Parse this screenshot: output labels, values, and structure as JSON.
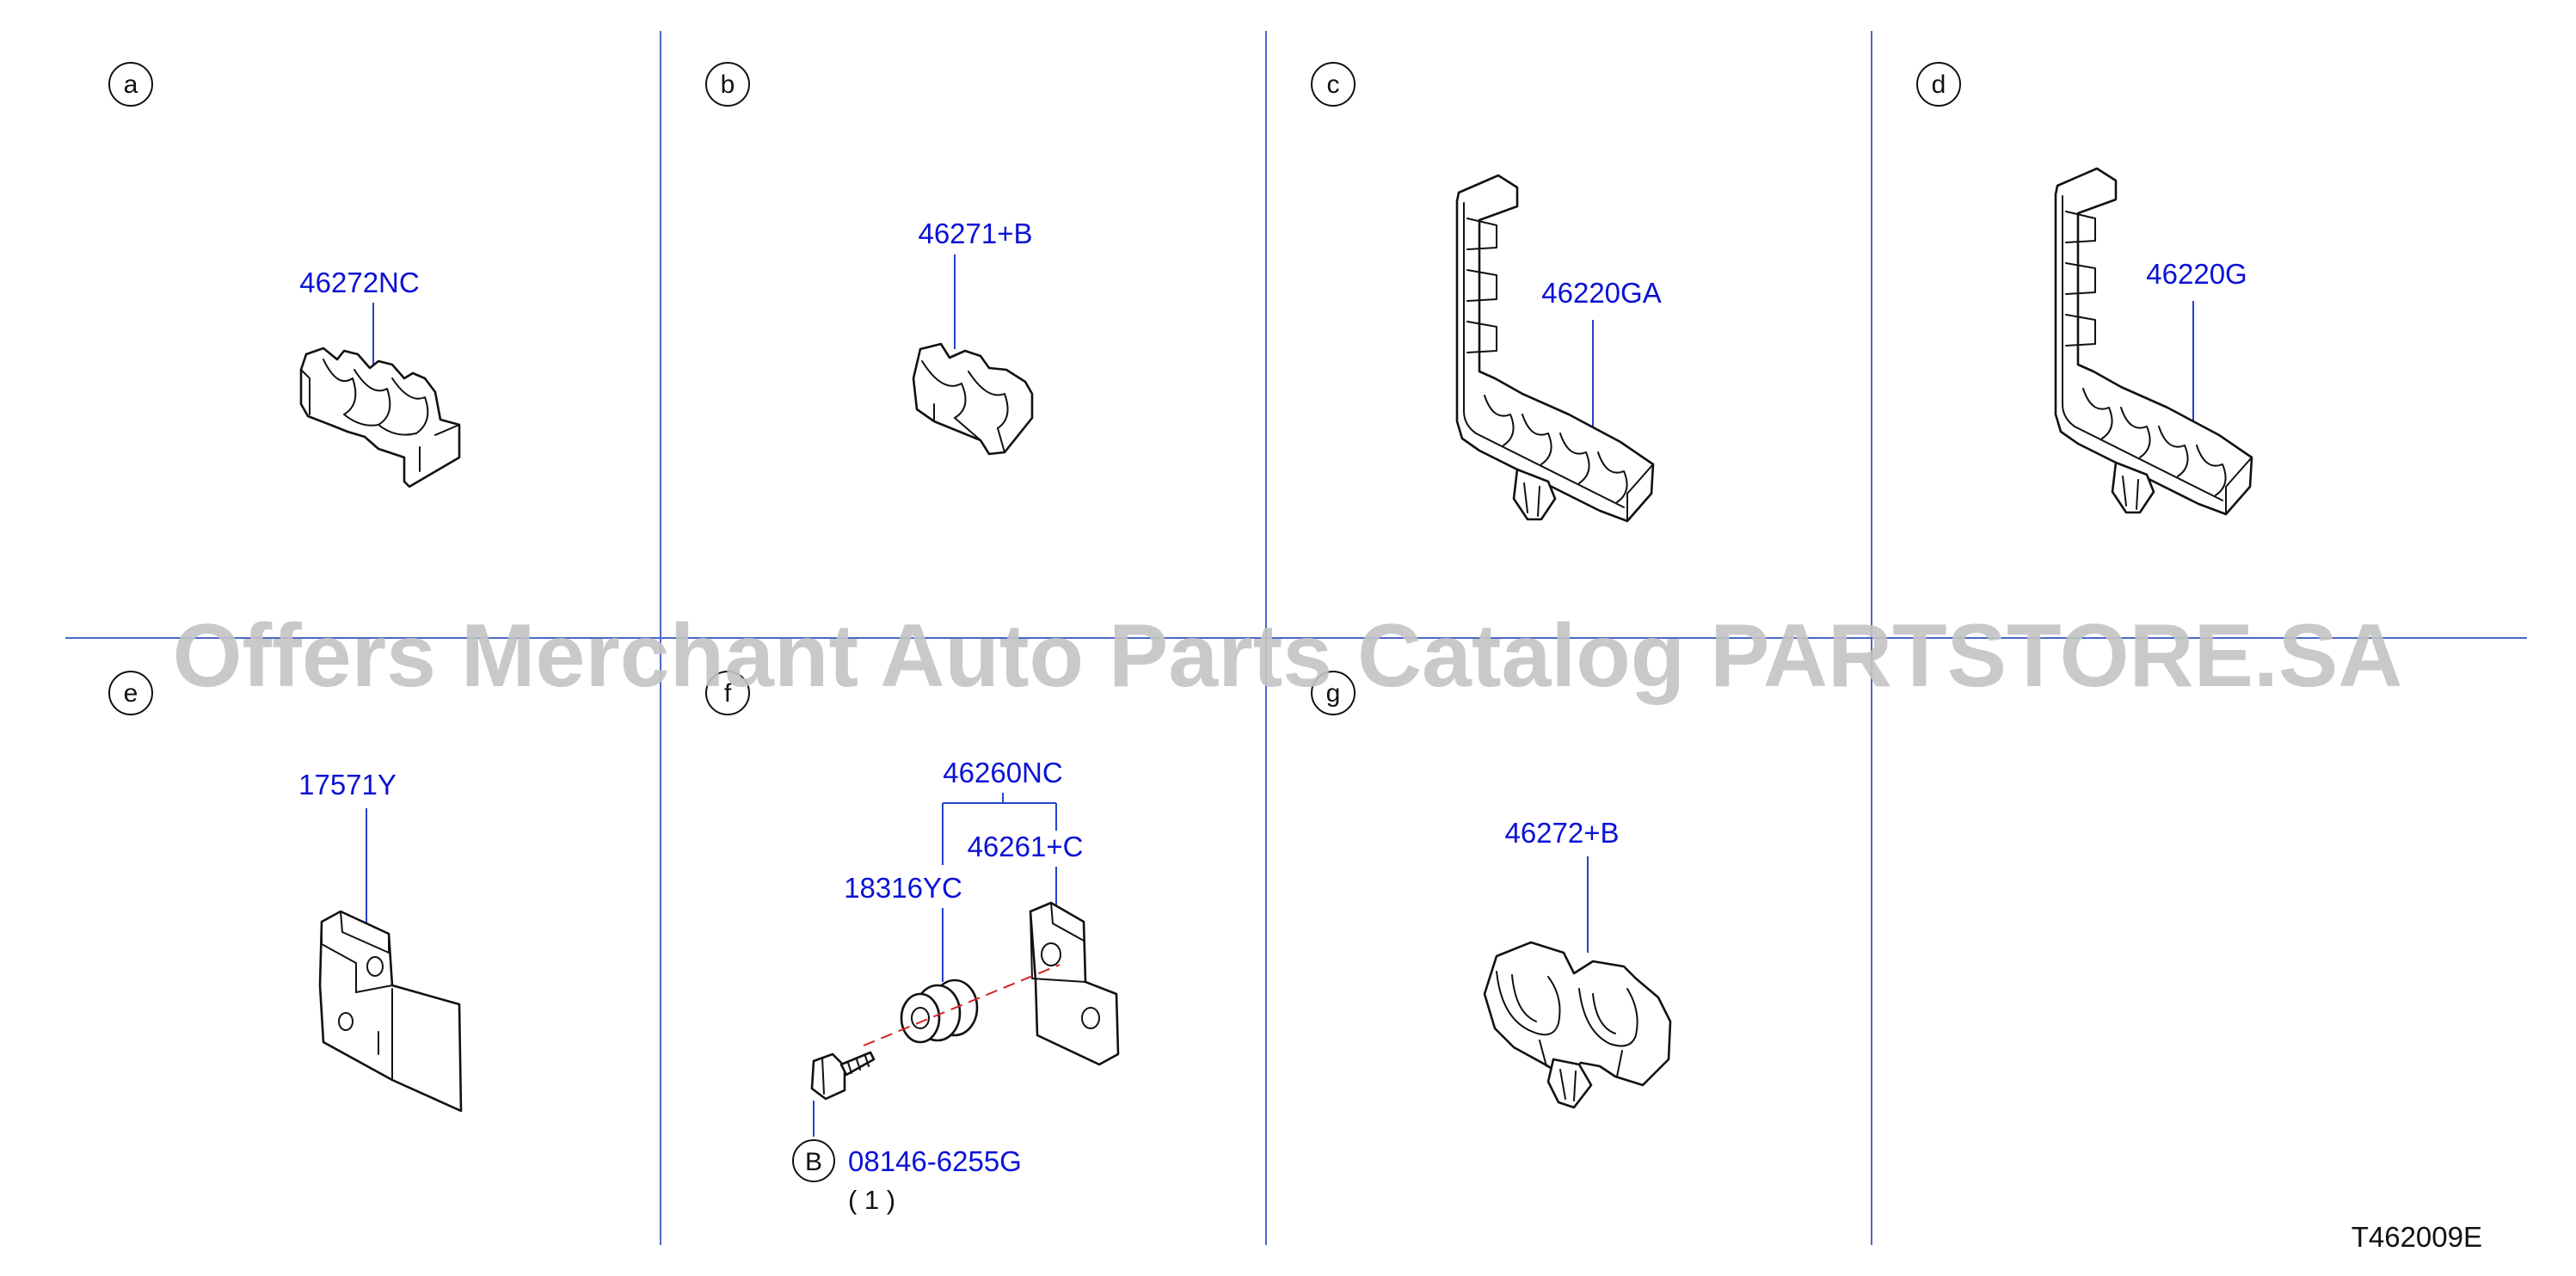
{
  "panels": {
    "a": {
      "letter": "a",
      "part": "46272NC"
    },
    "b": {
      "letter": "b",
      "part": "46271+B"
    },
    "c": {
      "letter": "c",
      "part": "46220GA"
    },
    "d": {
      "letter": "d",
      "part": "46220G"
    },
    "e": {
      "letter": "e",
      "part": "17571Y"
    },
    "f": {
      "letter": "f",
      "assembly": "46260NC",
      "bracket": "46261+C",
      "grommet": "18316YC",
      "bolt_ref": "B",
      "bolt": "08146-6255G",
      "bolt_qty": "( 1 )"
    },
    "g": {
      "letter": "g",
      "part": "46272+B"
    }
  },
  "watermark": "Offers Merchant Auto Parts Catalog PARTSTORE.SA",
  "drawing_code": "T462009E",
  "colors": {
    "part_number": "#0a12d6",
    "grid": "#4a68c8",
    "watermark": "#c4c4c4"
  }
}
